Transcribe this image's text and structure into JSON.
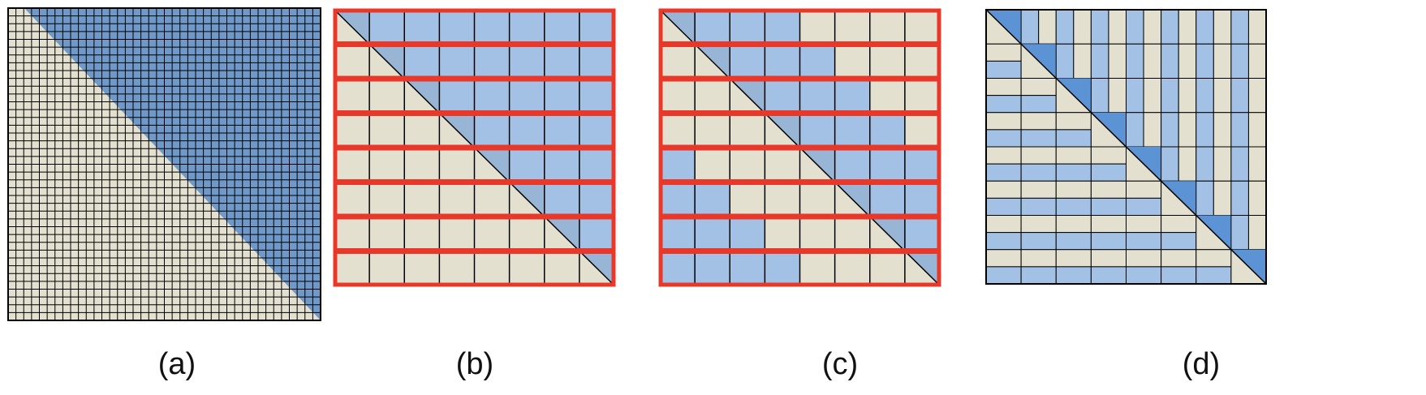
{
  "colors": {
    "background_cell": "#e3e0d0",
    "blue_cell": "#a3c1e5",
    "blue_dense": "#6f99c9",
    "blue_triangle": "#5b93d4",
    "diagonal_blue": "#98b5d6",
    "grid_line": "#000000",
    "row_highlight": "#e8382a"
  },
  "panels": [
    {
      "id": "a",
      "caption": "(a)",
      "grid_size": 40,
      "description_kind": "fine-grid-upper-triangular"
    },
    {
      "id": "b",
      "caption": "(b)",
      "grid_size": 8,
      "blue_pattern": [
        [
          1,
          1,
          1,
          1,
          1,
          1,
          1
        ],
        [
          1,
          1,
          1,
          1,
          1,
          1
        ],
        [
          1,
          1,
          1,
          1,
          1
        ],
        [
          1,
          1,
          1,
          1
        ],
        [
          1,
          1,
          1
        ],
        [
          1,
          1
        ],
        [
          1
        ],
        []
      ]
    },
    {
      "id": "c",
      "caption": "(c)",
      "grid_size": 8,
      "blue_rows": [
        [
          1,
          2,
          3
        ],
        [
          2,
          3,
          4
        ],
        [
          3,
          4,
          5
        ],
        [
          4,
          5,
          6
        ],
        [
          0,
          5,
          6,
          7
        ],
        [
          0,
          1,
          6,
          7
        ],
        [
          0,
          1,
          2,
          7
        ],
        [
          0,
          1,
          2,
          3
        ]
      ]
    },
    {
      "id": "d",
      "caption": "(d)",
      "grid_size": 8
    }
  ]
}
